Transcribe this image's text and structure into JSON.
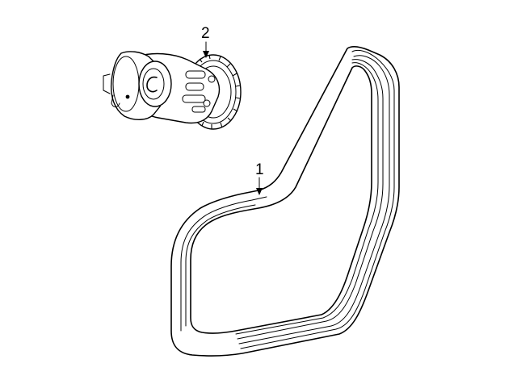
{
  "callouts": [
    {
      "number": "1",
      "part": "serpentine-belt"
    },
    {
      "number": "2",
      "part": "belt-tensioner"
    }
  ],
  "colors": {
    "ink": "#000000",
    "background": "#ffffff"
  }
}
